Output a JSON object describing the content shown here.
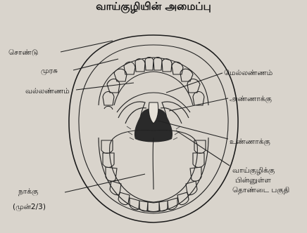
{
  "title": "வாய்குழியின் அமைப்பு",
  "labels": {
    "lip": "சொண்டு",
    "gum": "முரசு",
    "hard_palate": "வல்லண்ணம்",
    "soft_palate": "மெல்லண்ணம்",
    "palate_arch": "அண்ணாக்கு",
    "uvula": "உண்ணாக்கு",
    "pharynx_line1": "வாய்குழிக்கு",
    "pharynx_line2": "பின்னுள்ள",
    "pharynx_line3": "தொண்டை பகுதி",
    "tongue_line1": "நாக்கு",
    "tongue_line2": "(முன்2/3)"
  }
}
